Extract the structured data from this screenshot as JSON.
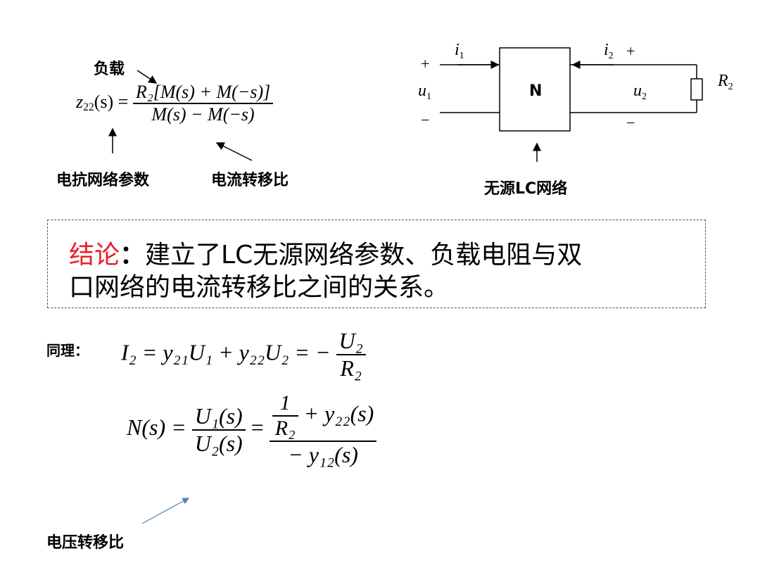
{
  "top_left": {
    "label_load": "负载",
    "label_reactance_params": "电抗网络参数",
    "label_current_ratio": "电流转移比",
    "formula": {
      "lhs": "z",
      "lhs_sub": "22",
      "lhs_arg": "(s) =",
      "num": "R₂[M(s) + M(−s)]",
      "den": "M(s) − M(−s)"
    }
  },
  "circuit": {
    "box_label": "N",
    "plus_left": "+",
    "minus_left": "−",
    "plus_right": "+",
    "minus_right": "−",
    "i1": "i",
    "i1_sub": "1",
    "i2": "i",
    "i2_sub": "2",
    "u1": "u",
    "u1_sub": "1",
    "u2": "u",
    "u2_sub": "2",
    "r2": "R",
    "r2_sub": "2",
    "caption": "无源LC网络"
  },
  "conclusion": {
    "keyword": "结论",
    "colon": "：",
    "line1_rest": "建立了LC无源网络参数、负载电阻与双",
    "line2": "口网络的电流转移比之间的关系。"
  },
  "similarly": {
    "label": "同理：",
    "eq1": {
      "lhs": "I₂ = y₂₁U₁ + y₂₂U₂ = −",
      "num": "U₂",
      "den": "R₂"
    },
    "eq2": {
      "lhs": "N(s) =",
      "f1_num": "U₁(s)",
      "f1_den": "U₂(s)",
      "eq": "=",
      "inner_num": "1",
      "inner_den": "R₂",
      "num_tail": "+ y₂₂(s)",
      "den": "− y₁₂(s)"
    },
    "label_voltage_ratio": "电压转移比"
  }
}
